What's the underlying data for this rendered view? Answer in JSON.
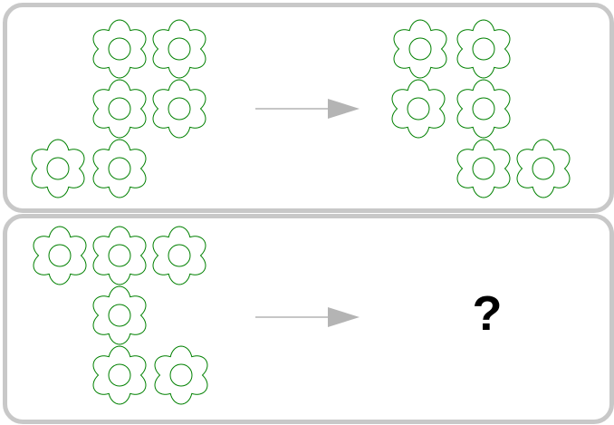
{
  "colors": {
    "flower_stroke": "#008000",
    "arrow": "#b4b4b4",
    "panel_border": "#c8c8c8",
    "question_mark": "#000000"
  },
  "example": {
    "input_flowers": 6,
    "output_flowers": 6
  },
  "query": {
    "input_flowers": 6,
    "answer_text": "?"
  }
}
